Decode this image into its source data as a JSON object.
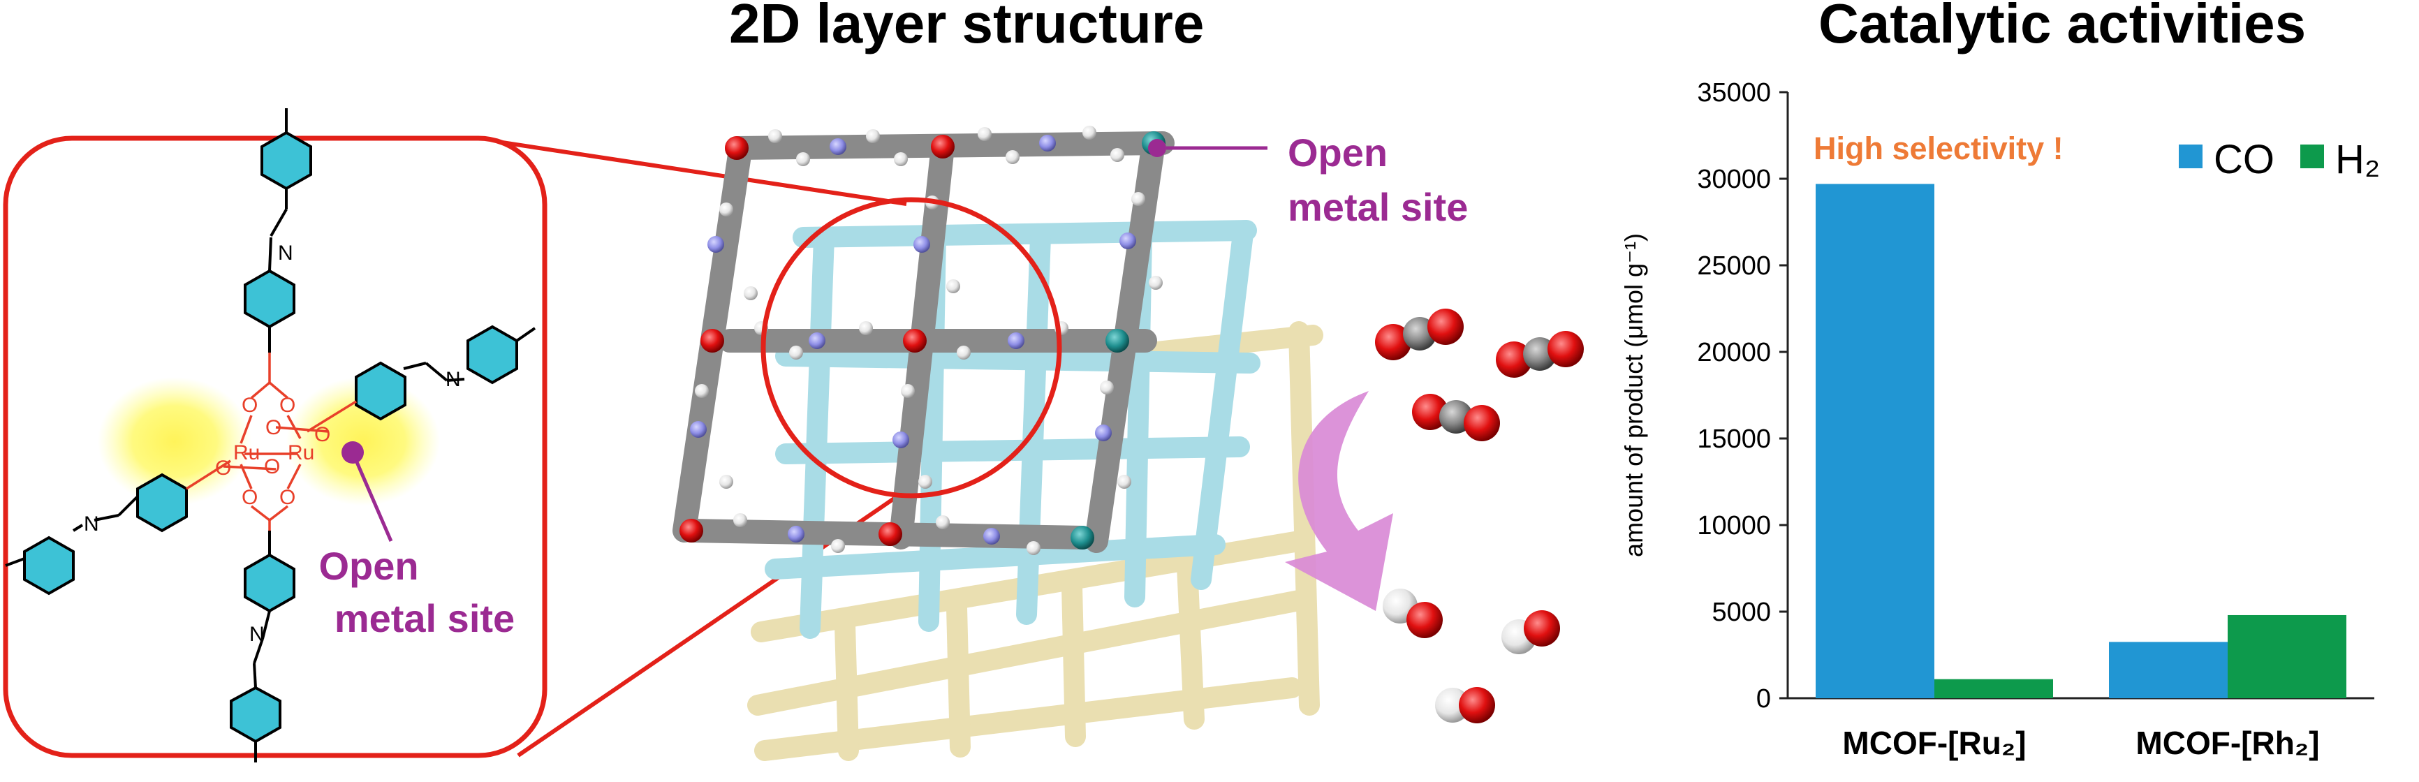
{
  "titles": {
    "layer": "2D layer structure",
    "catalysis": "Catalytic activities"
  },
  "molecule": {
    "metal_1": "Ru",
    "metal_2": "Ru",
    "oxygen": "O",
    "nitrogen": "N",
    "annotation_line1": "Open",
    "annotation_line2": "metal site"
  },
  "framework": {
    "annotation_line1": "Open",
    "annotation_line2": "metal site"
  },
  "colors": {
    "frame_red": "#e32119",
    "annotation_purple": "#9b2a92",
    "co_blue": "#2196d3",
    "h2_green": "#0d9a4c",
    "highlight_orange": "#ee7a36",
    "ligand_cyan": "#3dc2d6",
    "carboxylate_red": "#e8402a",
    "arrow_pink": "#d98ad6",
    "layer_blue": "#a9dce6",
    "layer_yellow": "#eadfb1"
  },
  "chart_data": {
    "type": "bar",
    "ylabel": "amount of product (μmol g⁻¹)",
    "ylim": [
      0,
      35000
    ],
    "yticks": [
      "0",
      "5000",
      "10000",
      "15000",
      "20000",
      "25000",
      "30000",
      "35000"
    ],
    "categories": [
      "MCOF-[Ru₂]",
      "MCOF-[Rh₂]"
    ],
    "series": [
      {
        "name": "CO",
        "values": [
          29700,
          3250
        ]
      },
      {
        "name": "H₂",
        "values": [
          1100,
          4800
        ]
      }
    ],
    "annotation": "High selectivity !",
    "legend_position": "top-right",
    "grid": false
  }
}
